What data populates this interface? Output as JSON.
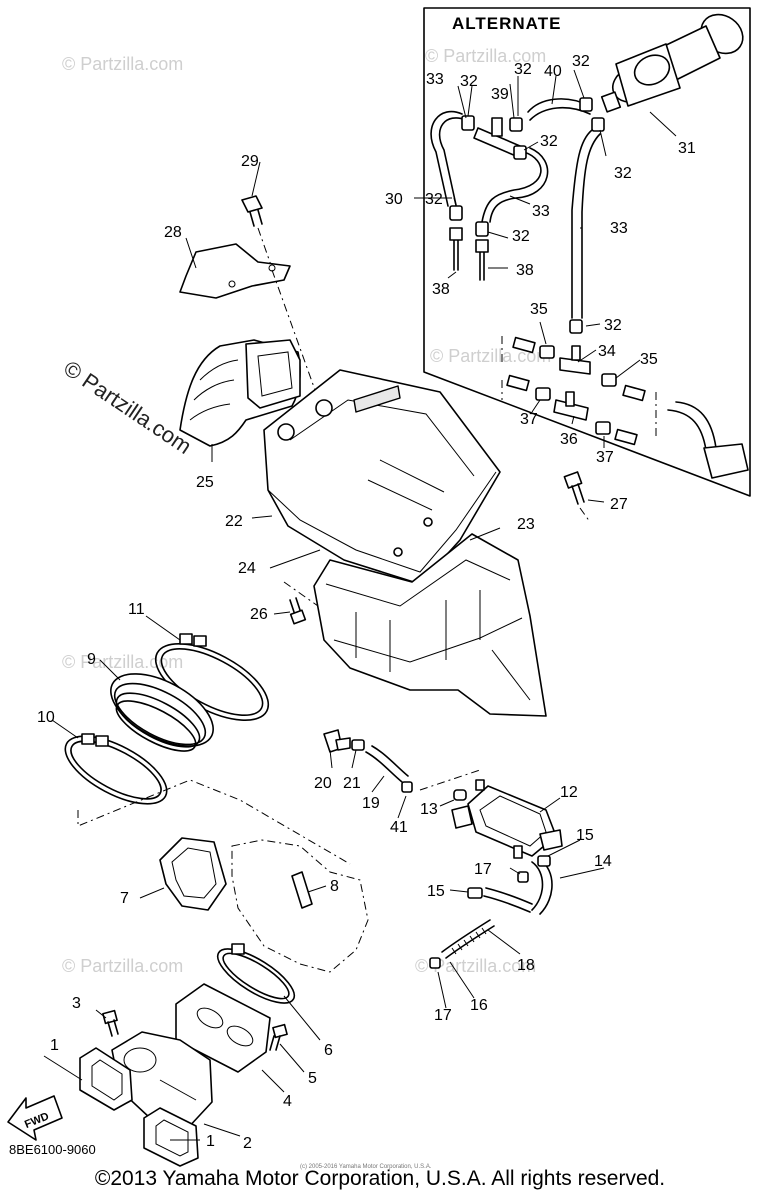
{
  "diagram": {
    "alternate_label": "ALTERNATE",
    "drawing_code": "8BE6100-9060",
    "fwd_label": "FWD",
    "copyright_small": "(c) 2005-2016 Yamaha Motor Corporation, U.S.A.",
    "copyright_footer": "©2013 Yamaha Motor Corporation, U.S.A. All rights reserved.",
    "watermark_main": "© Partzilla.com",
    "watermark_faint": "© Partzilla.com",
    "callouts": {
      "n1a": "1",
      "n1b": "1",
      "n2": "2",
      "n3": "3",
      "n4": "4",
      "n5": "5",
      "n6": "6",
      "n7": "7",
      "n8": "8",
      "n9": "9",
      "n10": "10",
      "n11": "11",
      "n12": "12",
      "n13": "13",
      "n14": "14",
      "n15a": "15",
      "n15b": "15",
      "n16": "16",
      "n17a": "17",
      "n17b": "17",
      "n18": "18",
      "n19": "19",
      "n20": "20",
      "n21": "21",
      "n22": "22",
      "n23": "23",
      "n24": "24",
      "n25": "25",
      "n26": "26",
      "n27": "27",
      "n28": "28",
      "n29": "29",
      "n30": "30",
      "n31": "31",
      "n32a": "32",
      "n32b": "32",
      "n32c": "32",
      "n32d": "32",
      "n32e": "32",
      "n32f": "32",
      "n32g": "32",
      "n32h": "32",
      "n33a": "33",
      "n33b": "33",
      "n33c": "33",
      "n34": "34",
      "n35a": "35",
      "n35b": "35",
      "n36": "36",
      "n37a": "37",
      "n37b": "37",
      "n38a": "38",
      "n38b": "38",
      "n39": "39",
      "n40": "40",
      "n41": "41"
    }
  }
}
